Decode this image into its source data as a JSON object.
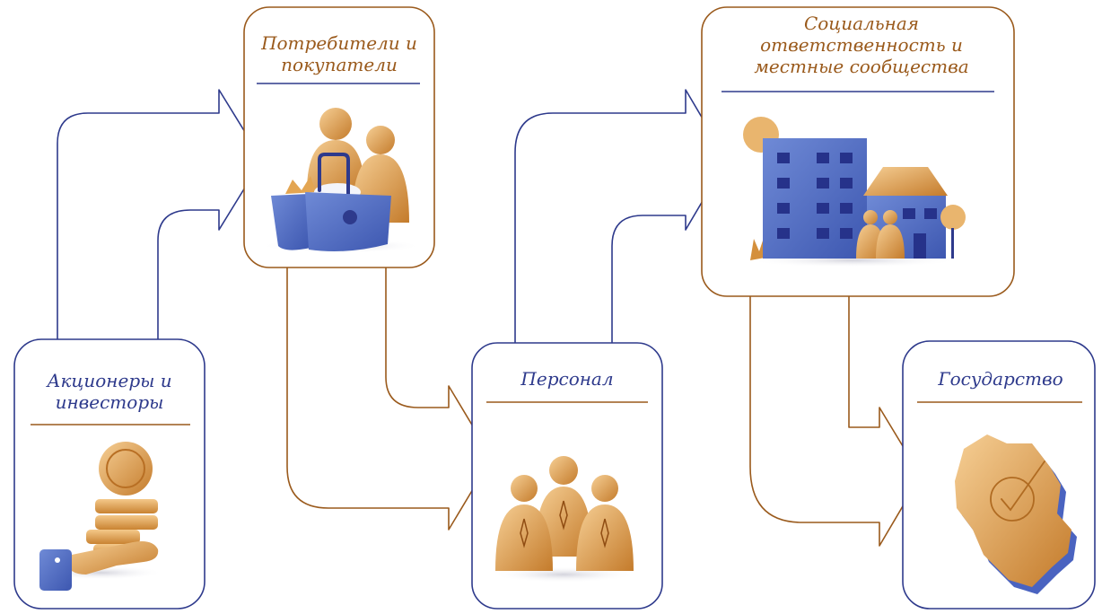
{
  "diagram": {
    "nodes": [
      {
        "id": "shareholders",
        "label": "Акционеры и инвесторы"
      },
      {
        "id": "consumers",
        "label": "Потребители и покупатели"
      },
      {
        "id": "personnel",
        "label": "Персонал"
      },
      {
        "id": "social",
        "label": "Социальная ответственность и местные сообщества"
      },
      {
        "id": "state",
        "label": "Государство"
      }
    ],
    "flows": [
      {
        "from": "shareholders",
        "to": "consumers",
        "color": "#2e3a8c"
      },
      {
        "from": "consumers",
        "to": "personnel",
        "color": "#9a5a1c"
      },
      {
        "from": "personnel",
        "to": "social",
        "color": "#2e3a8c"
      },
      {
        "from": "social",
        "to": "state",
        "color": "#9a5a1c"
      }
    ],
    "colors": {
      "blue": "#2e3a8c",
      "brown": "#9a5a1c",
      "gold_light": "#f3c382",
      "gold_dark": "#c9802f",
      "building_blue": "#5b78c9"
    },
    "icons": [
      "coins-hand-icon",
      "shopping-basket-people-icon",
      "staff-group-icon",
      "city-buildings-icon",
      "country-map-check-icon"
    ]
  }
}
